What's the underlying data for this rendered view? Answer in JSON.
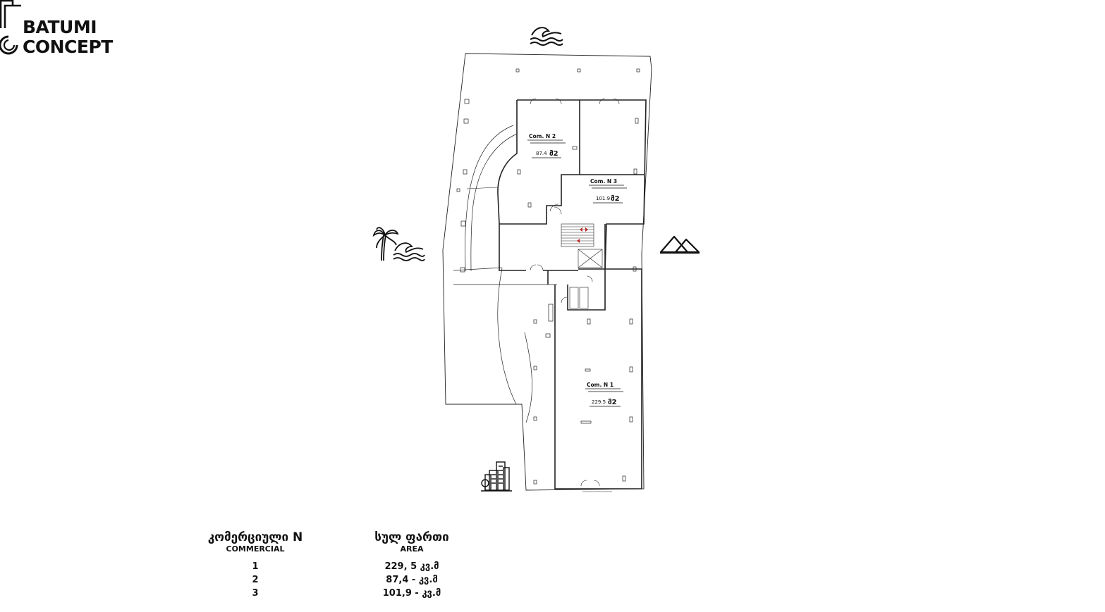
{
  "brand": {
    "line1": "BATUMI",
    "line2": "CONCEPT"
  },
  "icons": [
    "logo-mark-icon",
    "sea-waves-icon",
    "palm-beach-icon",
    "mountains-icon",
    "city-buildings-icon"
  ],
  "plan": {
    "units": [
      {
        "label": "Com. N 2",
        "area": "87.4",
        "unit": "მ2"
      },
      {
        "label": "Com. N 3",
        "area": "101.9",
        "unit": "მ2"
      },
      {
        "label": "Com. N 1",
        "area": "229.5",
        "unit": "მ2"
      }
    ]
  },
  "table": {
    "col1_header": "კომერციული N",
    "col1_sub": "COMMERCIAL",
    "col2_header": "სულ ფართი",
    "col2_sub": "AREA",
    "rows": [
      {
        "n": "1",
        "area": "229, 5 კვ.მ"
      },
      {
        "n": "2",
        "area": "87,4 - კვ.მ"
      },
      {
        "n": "3",
        "area": "101,9 - კვ.მ"
      }
    ]
  }
}
